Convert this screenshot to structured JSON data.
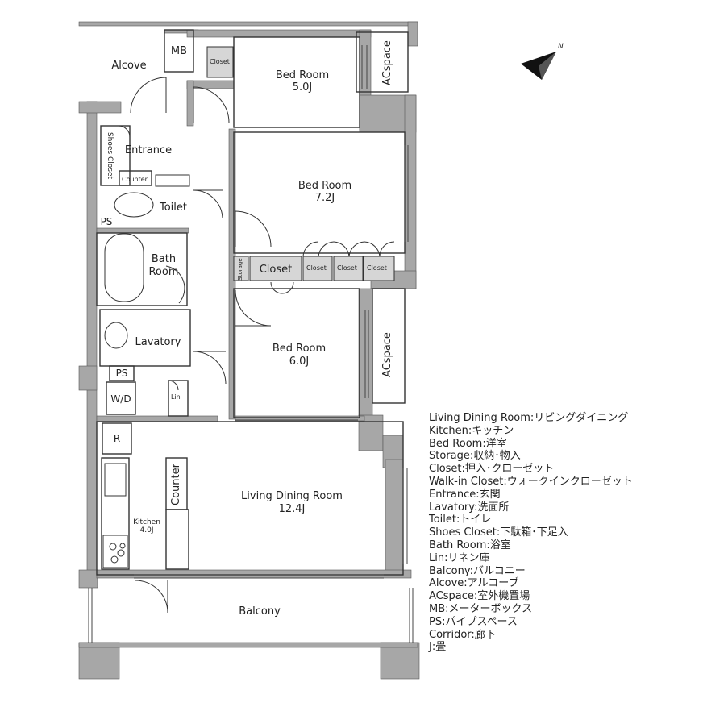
{
  "rooms": {
    "bed1": {
      "name": "Bed Room",
      "size": "5.0J"
    },
    "bed2": {
      "name": "Bed Room",
      "size": "7.2J"
    },
    "bed3": {
      "name": "Bed Room",
      "size": "6.0J"
    },
    "living": {
      "name": "Living Dining Room",
      "size": "12.4J"
    },
    "kitchen": {
      "name": "Kitchen",
      "size": "4.0J"
    },
    "entrance": "Entrance",
    "toilet": "Toilet",
    "bath": "Bath Room",
    "bath_line1": "Bath",
    "bath_line2": "Room",
    "lavatory": "Lavatory",
    "balcony": "Balcony",
    "alcove": "Alcove",
    "mb": "MB",
    "acspace_top": "ACspace",
    "acspace_mid": "ACspace",
    "closet_top": "Closet",
    "closet_main": "Closet",
    "closet_a": "Closet",
    "closet_b": "Closet",
    "closet_c": "Closet",
    "storage": "Storage",
    "shoes_closet": "Shoes Closet",
    "counter_small": "Counter",
    "counter_kitchen": "Counter",
    "ps1": "PS",
    "ps2": "PS",
    "wd": "W/D",
    "lin": "Lin",
    "refrigerator": "R"
  },
  "legend": [
    "Living Dining Room:リビングダイニング",
    "Kitchen:キッチン",
    "Bed Room:洋室",
    "Storage:収納･物入",
    "Closet:押入･クローゼット",
    "Walk-in Closet:ウォークインクローゼット",
    "Entrance:玄関",
    "Lavatory:洗面所",
    "Toilet:トイレ",
    "Shoes Closet:下駄箱･下足入",
    "Bath Room:浴室",
    "Lin:リネン庫",
    "Balcony:バルコニー",
    "Alcove:アルコーブ",
    "ACspace:室外機置場",
    "MB:メーターボックス",
    "PS:パイプスペース",
    "Corridor:廊下",
    "J:畳"
  ],
  "compass": {
    "north_label": "N"
  },
  "colors": {
    "wall": "#a7a7a7",
    "fixture": "#d6d6d6",
    "line": "#333333"
  }
}
